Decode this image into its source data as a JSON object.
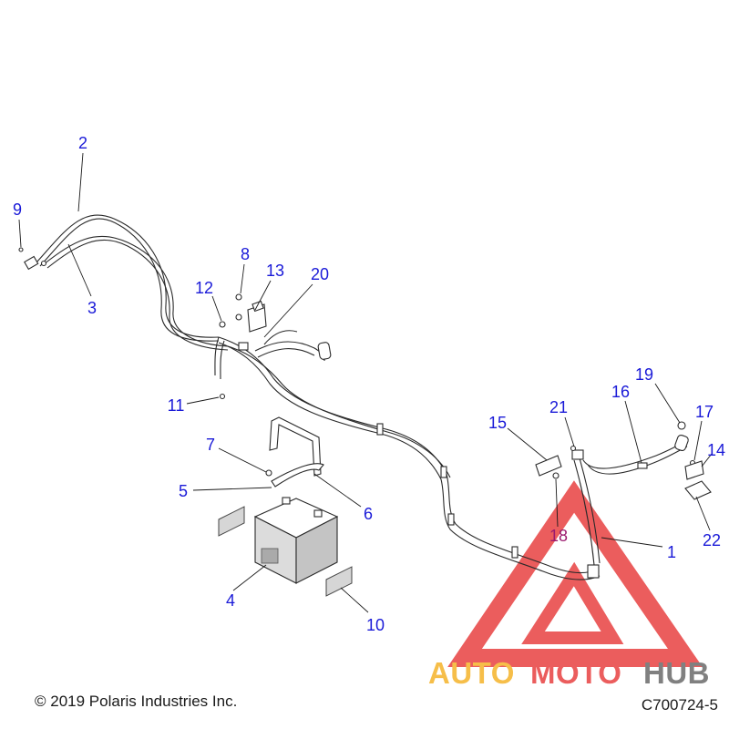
{
  "colors": {
    "callout": "#1a1ad8",
    "callout_alt": "#9b1a6e",
    "line": "#2a2a2a",
    "watermark_red": "#e84141",
    "watermark_orange": "#f5b32a",
    "watermark_gray": "#6b6b6b"
  },
  "callouts": [
    {
      "id": "1",
      "label": "1"
    },
    {
      "id": "2",
      "label": "2"
    },
    {
      "id": "3",
      "label": "3"
    },
    {
      "id": "4",
      "label": "4"
    },
    {
      "id": "5",
      "label": "5"
    },
    {
      "id": "6",
      "label": "6"
    },
    {
      "id": "7",
      "label": "7"
    },
    {
      "id": "8",
      "label": "8"
    },
    {
      "id": "9",
      "label": "9"
    },
    {
      "id": "10",
      "label": "10"
    },
    {
      "id": "11",
      "label": "11"
    },
    {
      "id": "12",
      "label": "12"
    },
    {
      "id": "13",
      "label": "13"
    },
    {
      "id": "14",
      "label": "14"
    },
    {
      "id": "15",
      "label": "15"
    },
    {
      "id": "16",
      "label": "16"
    },
    {
      "id": "17",
      "label": "17"
    },
    {
      "id": "18",
      "label": "18"
    },
    {
      "id": "19",
      "label": "19"
    },
    {
      "id": "20",
      "label": "20"
    },
    {
      "id": "21",
      "label": "21"
    },
    {
      "id": "22",
      "label": "22"
    }
  ],
  "footer": {
    "copyright": "© 2019 Polaris Industries Inc.",
    "reference": "C700724-5"
  },
  "watermark": {
    "part1": "AUTO",
    "part2": "MOTO",
    "part3": "HUB"
  }
}
